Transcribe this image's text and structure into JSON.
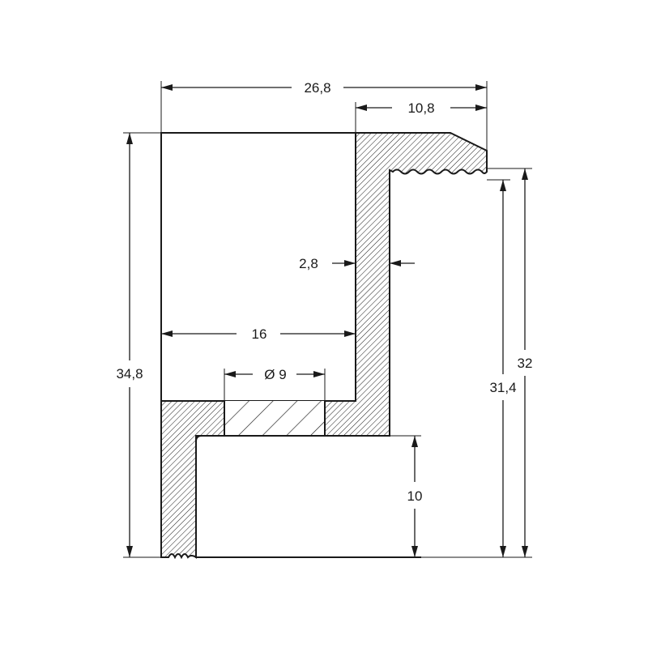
{
  "dimensions": {
    "overall_width": "26,8",
    "top_flange_width": "10,8",
    "wall_thickness": "2,8",
    "inner_width": "16",
    "bore_diameter": "Ø 9",
    "overall_height": "34,8",
    "outer_height": "32",
    "thread_height": "31,4",
    "socket_depth": "10"
  }
}
